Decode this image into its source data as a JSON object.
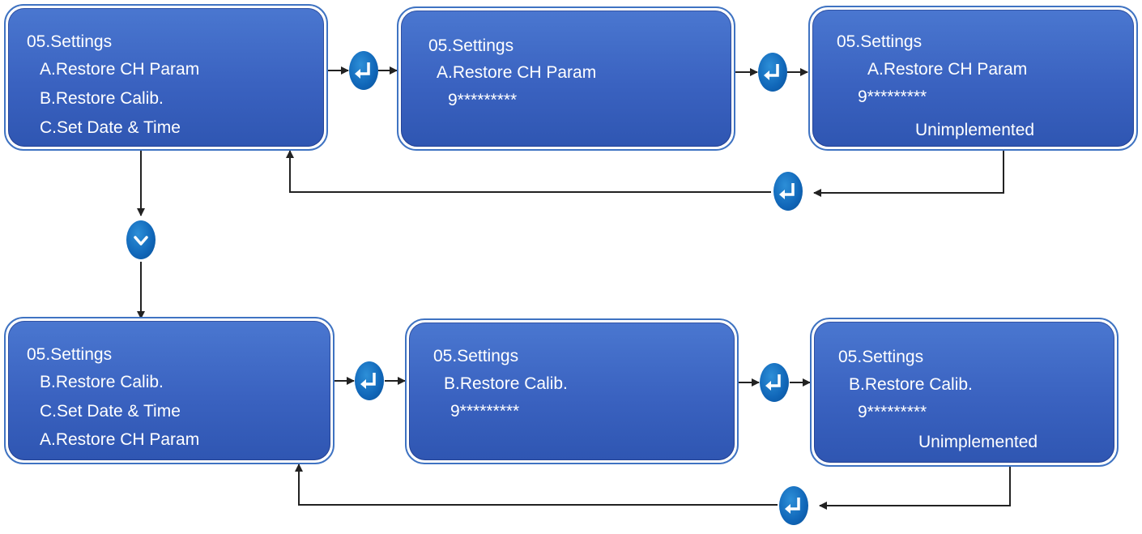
{
  "screens": [
    {
      "lines": [
        "05.Settings",
        "A.Restore CH Param",
        "B.Restore Calib.",
        "C.Set Date & Time"
      ]
    },
    {
      "lines": [
        "05.Settings",
        "A.Restore CH Param",
        "9*********"
      ]
    },
    {
      "lines": [
        "05.Settings",
        "A.Restore CH Param",
        "9*********",
        "Unimplemented"
      ]
    },
    {
      "lines": [
        "05.Settings",
        "B.Restore Calib.",
        "C.Set Date & Time",
        "A.Restore CH Param"
      ]
    },
    {
      "lines": [
        "05.Settings",
        "B.Restore Calib.",
        "9*********"
      ]
    },
    {
      "lines": [
        "05.Settings",
        "B.Restore Calib.",
        "9*********",
        "Unimplemented"
      ]
    }
  ],
  "buttons": {
    "enter": "enter-icon",
    "down": "chevron-down-icon"
  },
  "colors": {
    "screen_fill": "#3a62c0",
    "screen_border": "#3f73c2",
    "button_fill": "#1066b8",
    "arrow": "#222222"
  }
}
